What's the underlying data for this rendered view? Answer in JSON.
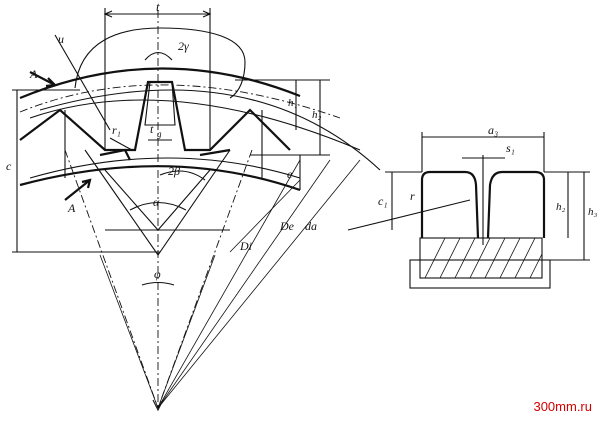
{
  "labels": {
    "t": "t",
    "u": "u",
    "A_top": "A",
    "A_bottom": "A",
    "two_gamma": "2γ",
    "c": "c",
    "r1": "r₁",
    "tg": "t",
    "tg_sub": "g",
    "h1": "h₁",
    "h2_left": "h₂",
    "two_beta": "2β",
    "e": "e",
    "alpha": "α",
    "phi": "φ",
    "Di": "Di",
    "De": "De",
    "da": "da",
    "a3": "a₃",
    "s1": "s₁",
    "c1": "c₁",
    "r": "r",
    "h2_right": "h₂",
    "h3": "h₃"
  },
  "watermark": "300mm.ru"
}
